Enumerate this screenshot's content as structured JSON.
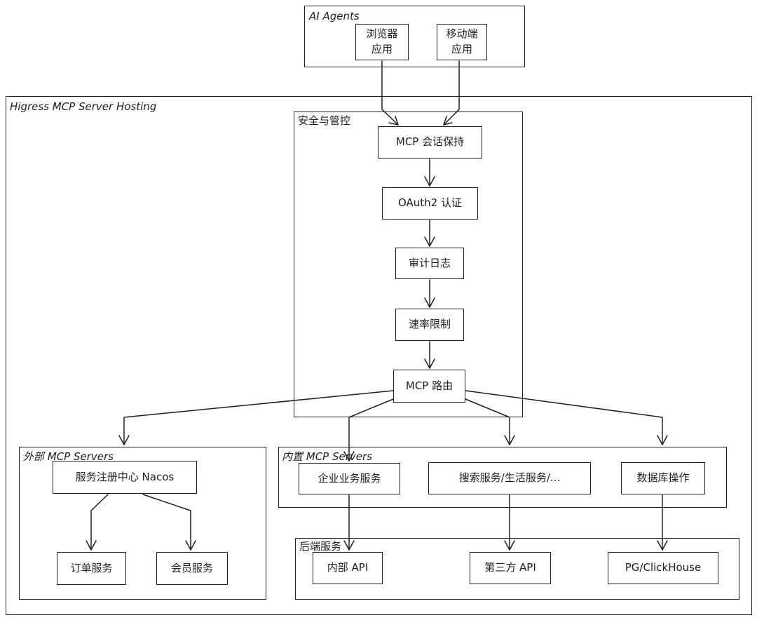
{
  "groups": {
    "ai_agents": "AI Agents",
    "hosting": "Higress MCP Server Hosting",
    "security": "安全与管控",
    "external": "外部 MCP Servers",
    "builtin": "内置 MCP Servers",
    "backend": "后端服务"
  },
  "nodes": {
    "browser_app_line1": "浏览器",
    "browser_app_line2": "应用",
    "mobile_app_line1": "移动端",
    "mobile_app_line2": "应用",
    "session": "MCP 会话保持",
    "oauth": "OAuth2 认证",
    "audit": "审计日志",
    "rate_limit": "速率限制",
    "router": "MCP 路由",
    "nacos": "服务注册中心 Nacos",
    "order": "订单服务",
    "member": "会员服务",
    "enterprise": "企业业务服务",
    "search": "搜索服务/生活服务/...",
    "database": "数据库操作",
    "internal_api": "内部 API",
    "third_party_api": "第三方 API",
    "pg_clickhouse": "PG/ClickHouse"
  },
  "colors": {
    "stroke": "#1e1e1e",
    "background": "#ffffff"
  }
}
